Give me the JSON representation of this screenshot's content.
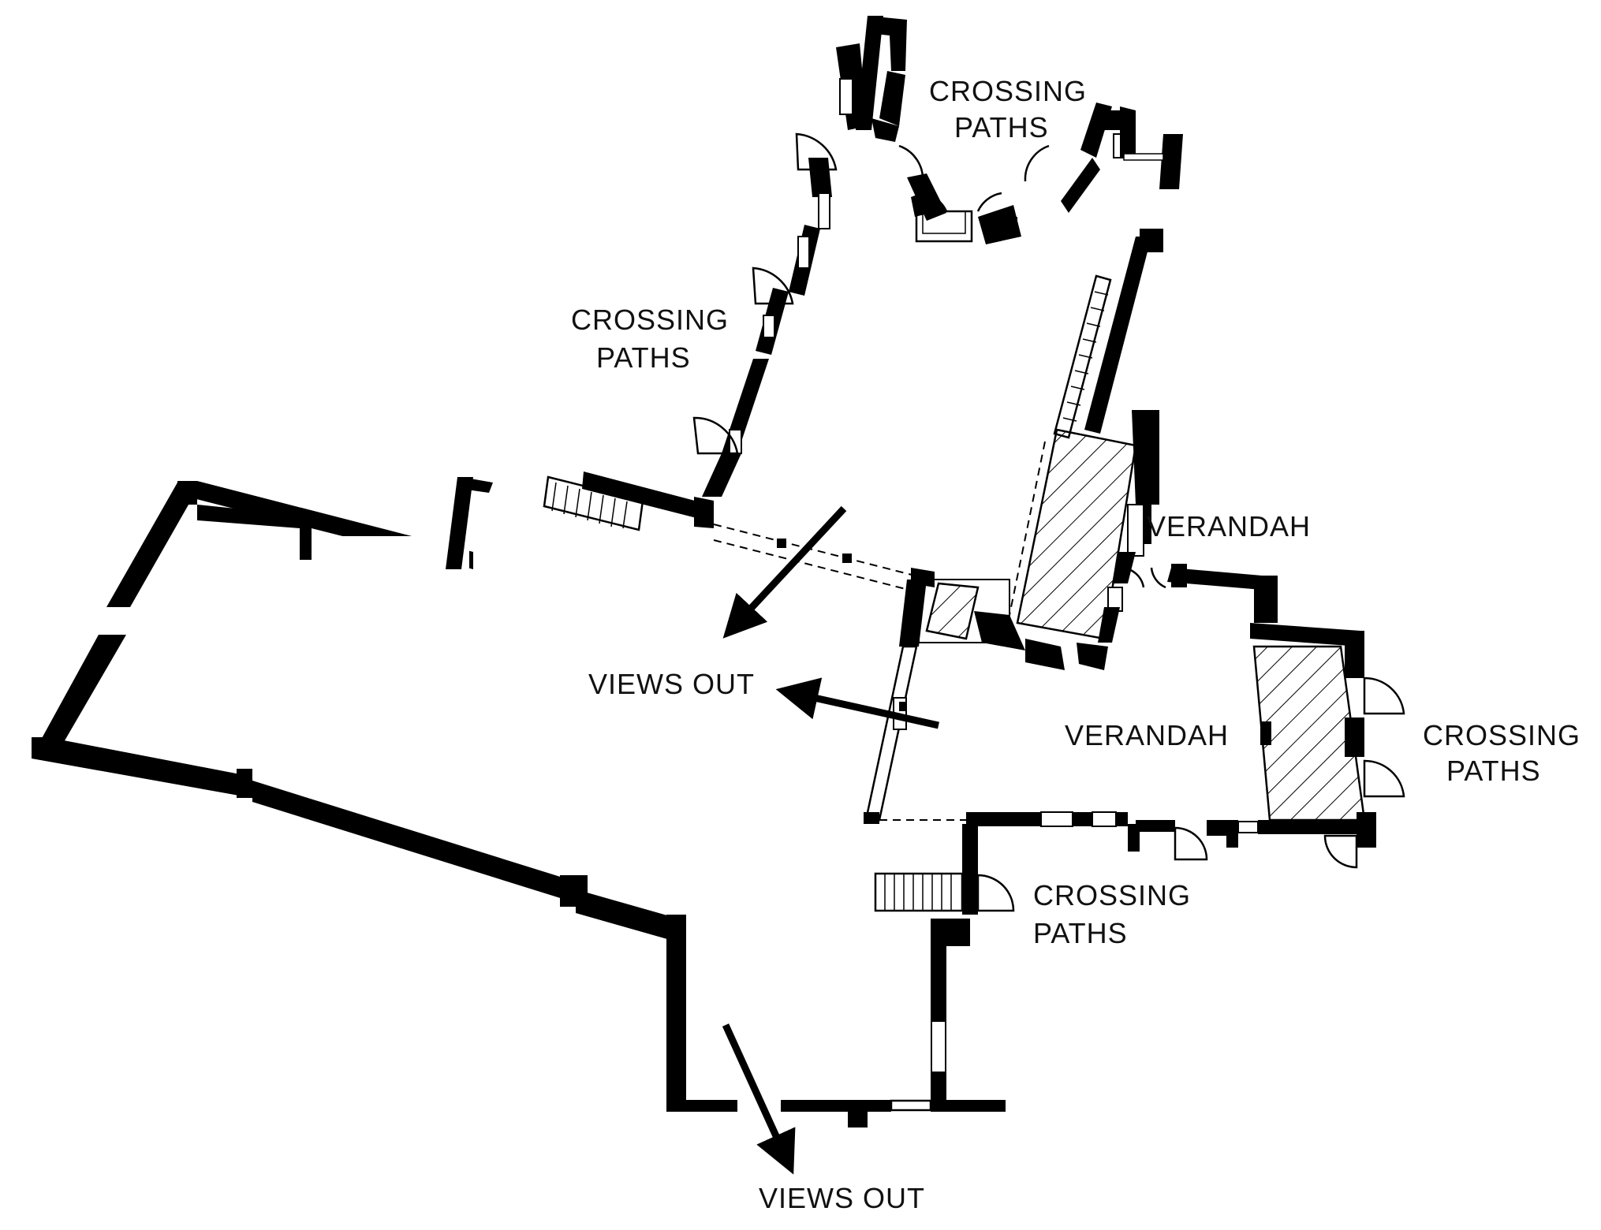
{
  "labels": {
    "crossing_top": [
      "CROSSING",
      "PATHS"
    ],
    "crossing_left": [
      "CROSSING",
      "PATHS"
    ],
    "verandah_upper": "VERANDAH",
    "views_out_mid": "VIEWS OUT",
    "verandah_lower": "VERANDAH",
    "crossing_right": [
      "CROSSING",
      "PATHS"
    ],
    "crossing_bottom": [
      "CROSSING",
      "PATHS"
    ],
    "views_out_bottom": "VIEWS OUT"
  },
  "colors": {
    "ink": "#000000",
    "paper": "#ffffff"
  }
}
